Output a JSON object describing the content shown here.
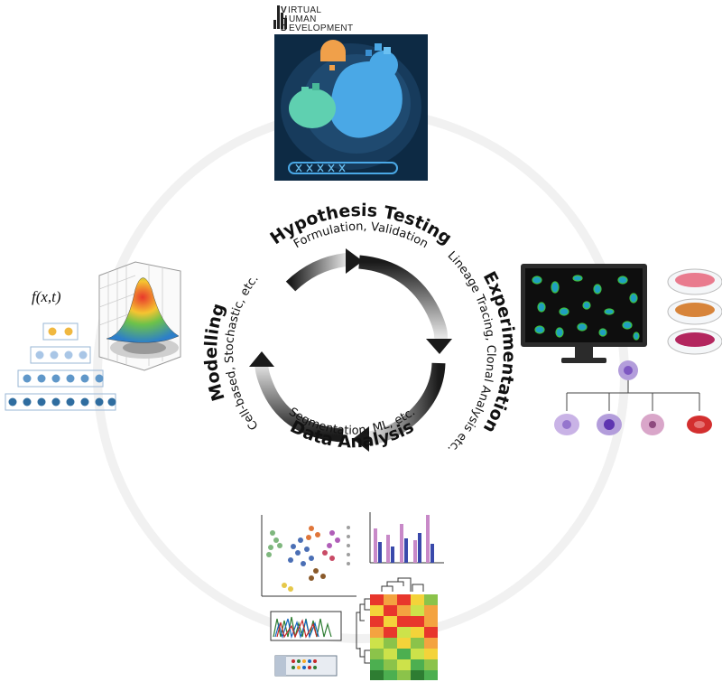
{
  "logo": {
    "line1": "IRTUAL",
    "line2": "UMAN",
    "line3": "EVELOPMENT"
  },
  "stages": {
    "hypothesis": {
      "title": "Hypothesis Testing",
      "subtitle": "Formulation, Validation"
    },
    "experimentation": {
      "title": "Experimentation",
      "subtitle": "Lineage Tracing, Clonal Analysis etc."
    },
    "analysis": {
      "title": "Data Analysis",
      "subtitle": "Segmentation, ML, etc."
    },
    "modelling": {
      "title": "Modelling",
      "subtitle": "Cell-based, Stochastic, etc."
    }
  },
  "model": {
    "formula": "f(x,t)"
  },
  "colors": {
    "arrow_dark": "#1a1a1a",
    "arrow_light": "#f2f2f2",
    "embryo_bg": "#0d2a44",
    "embryo_blue": "#4aa8e6",
    "embryo_green": "#5fd0b0",
    "embryo_orange": "#f0a04a",
    "network_node": "#2f6da0",
    "monitor_cell_green": "#3fbf3f",
    "cell_purple": "#b39ddb",
    "cell_red": "#d32f2f"
  }
}
